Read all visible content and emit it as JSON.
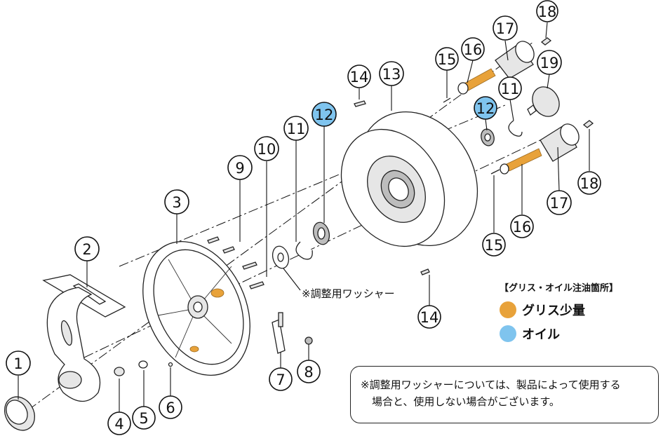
{
  "diagram": {
    "part_labels": [
      {
        "num": "1",
        "oil": false
      },
      {
        "num": "2",
        "oil": false
      },
      {
        "num": "3",
        "oil": false
      },
      {
        "num": "4",
        "oil": false
      },
      {
        "num": "5",
        "oil": false
      },
      {
        "num": "6",
        "oil": false
      },
      {
        "num": "7",
        "oil": false
      },
      {
        "num": "8",
        "oil": false
      },
      {
        "num": "9",
        "oil": false
      },
      {
        "num": "10",
        "oil": false
      },
      {
        "num": "11",
        "oil": false
      },
      {
        "num": "12",
        "oil": true
      },
      {
        "num": "13",
        "oil": false
      },
      {
        "num": "14",
        "oil": false
      },
      {
        "num": "15",
        "oil": false
      },
      {
        "num": "16",
        "oil": false
      },
      {
        "num": "17",
        "oil": false
      },
      {
        "num": "18",
        "oil": false
      },
      {
        "num": "19",
        "oil": false
      },
      {
        "num": "11",
        "oil": false
      },
      {
        "num": "12",
        "oil": true
      },
      {
        "num": "14",
        "oil": false
      },
      {
        "num": "15",
        "oil": false
      },
      {
        "num": "16",
        "oil": false
      },
      {
        "num": "17",
        "oil": false
      },
      {
        "num": "18",
        "oil": false
      }
    ],
    "washer_note": "※調整用ワッシャー"
  },
  "legend": {
    "title": "【グリス・オイル注油箇所】",
    "items": [
      {
        "label": "グリス少量",
        "color": "#e8a23a"
      },
      {
        "label": "オイル",
        "color": "#7fc4ee"
      }
    ]
  },
  "note": {
    "line1": "※調整用ワッシャーについては、製品によって使用する",
    "line2": "場合と、使用しない場合がございます。"
  }
}
